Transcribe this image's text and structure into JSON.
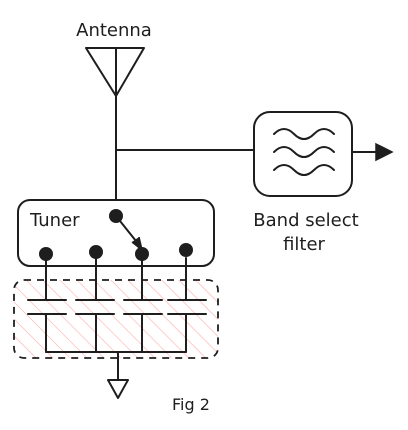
{
  "labels": {
    "antenna": "Antenna",
    "tuner": "Tuner",
    "filter_line1": "Band select",
    "filter_line2": "filter",
    "figure": "Fig 2"
  },
  "colors": {
    "ink": "#1e1e1e",
    "antenna_fill": "#a5d8ff",
    "tuner_fill": "#ffec99",
    "filter_fill": "#b2f2bb",
    "hatch": "#ff8787"
  },
  "icons": {
    "antenna": "antenna-icon",
    "filter_symbol": "wave-icon",
    "ground": "ground-icon",
    "switch": "switch-icon"
  }
}
